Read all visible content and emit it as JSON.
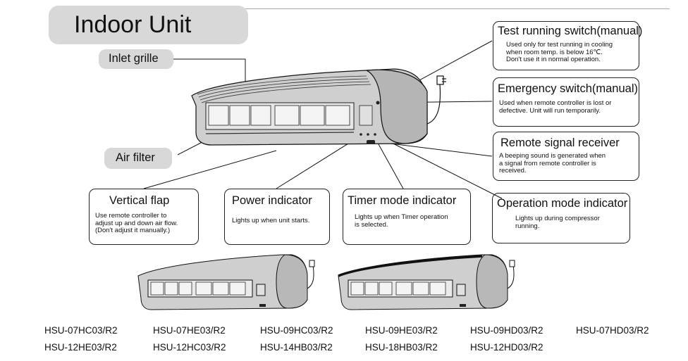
{
  "title": "Indoor Unit",
  "callouts": {
    "inlet_grille": "Inlet grille",
    "air_filter": "Air filter",
    "test_switch": {
      "heading": "Test running switch(manual)",
      "text": [
        "Used only for test running in cooling",
        "when room temp. is below 16℃.",
        "Don't use it in normal operation."
      ]
    },
    "emergency_switch": {
      "heading": "Emergency switch(manual)",
      "text": [
        "Used when remote controller is lost or",
        "defective. Unit will run temporarily."
      ]
    },
    "remote_receiver": {
      "heading": "Remote signal receiver",
      "text": [
        "A beeping sound is generated when",
        "a signal from remote controller is",
        "received."
      ]
    },
    "vertical_flap": {
      "heading": "Vertical flap",
      "text": [
        "Use remote controller to",
        "adjust up and down air flow.",
        "(Don't adjust it manually.)"
      ]
    },
    "power_indicator": {
      "heading": "Power indicator",
      "text": [
        "Lights up when unit starts."
      ]
    },
    "timer_indicator": {
      "heading": "Timer mode indicator",
      "text": [
        "Lights up when Timer operation",
        "is selected."
      ]
    },
    "operation_indicator": {
      "heading": "Operation mode indicator",
      "text": [
        "Lights up during compressor",
        "running."
      ]
    }
  },
  "models": {
    "row1": [
      "HSU-07HC03/R2",
      "HSU-07HE03/R2",
      "HSU-09HC03/R2",
      "HSU-09HE03/R2",
      "HSU-09HD03/R2",
      "HSU-07HD03/R2"
    ],
    "row2": [
      "HSU-12HE03/R2",
      "HSU-12HC03/R2",
      "HSU-14HB03/R2",
      "HSU-18HB03/R2",
      "HSU-12HD03/R2"
    ]
  }
}
